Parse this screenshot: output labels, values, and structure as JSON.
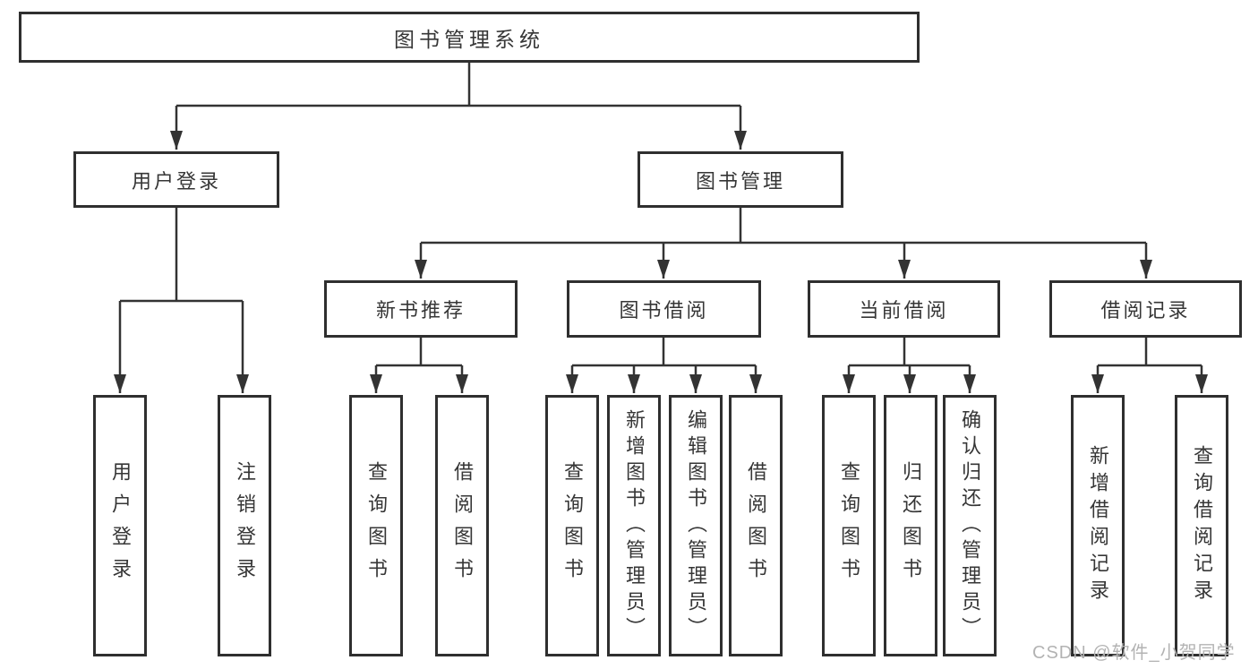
{
  "diagram_title": "图书管理系统",
  "tree": {
    "root": {
      "label": "图书管理系统",
      "children": [
        {
          "label": "用户登录",
          "children": [
            {
              "label": "用户登录"
            },
            {
              "label": "注销登录"
            }
          ]
        },
        {
          "label": "图书管理",
          "children": [
            {
              "label": "新书推荐",
              "children": [
                {
                  "label": "查询图书"
                },
                {
                  "label": "借阅图书"
                }
              ]
            },
            {
              "label": "图书借阅",
              "children": [
                {
                  "label": "查询图书"
                },
                {
                  "label": "新增图书（管理员）"
                },
                {
                  "label": "编辑图书（管理员）"
                },
                {
                  "label": "借阅图书"
                }
              ]
            },
            {
              "label": "当前借阅",
              "children": [
                {
                  "label": "查询图书"
                },
                {
                  "label": "归还图书"
                },
                {
                  "label": "确认归还（管理员）"
                }
              ]
            },
            {
              "label": "借阅记录",
              "children": [
                {
                  "label": "新增借阅记录"
                },
                {
                  "label": "查询借阅记录"
                }
              ]
            }
          ]
        }
      ]
    }
  },
  "watermark": {
    "text": "CSDN @软件_小贺同学"
  },
  "colors": {
    "line": "#333333",
    "text": "#363636",
    "watermark": "#b3b3b3",
    "bg": "#ffffff"
  }
}
